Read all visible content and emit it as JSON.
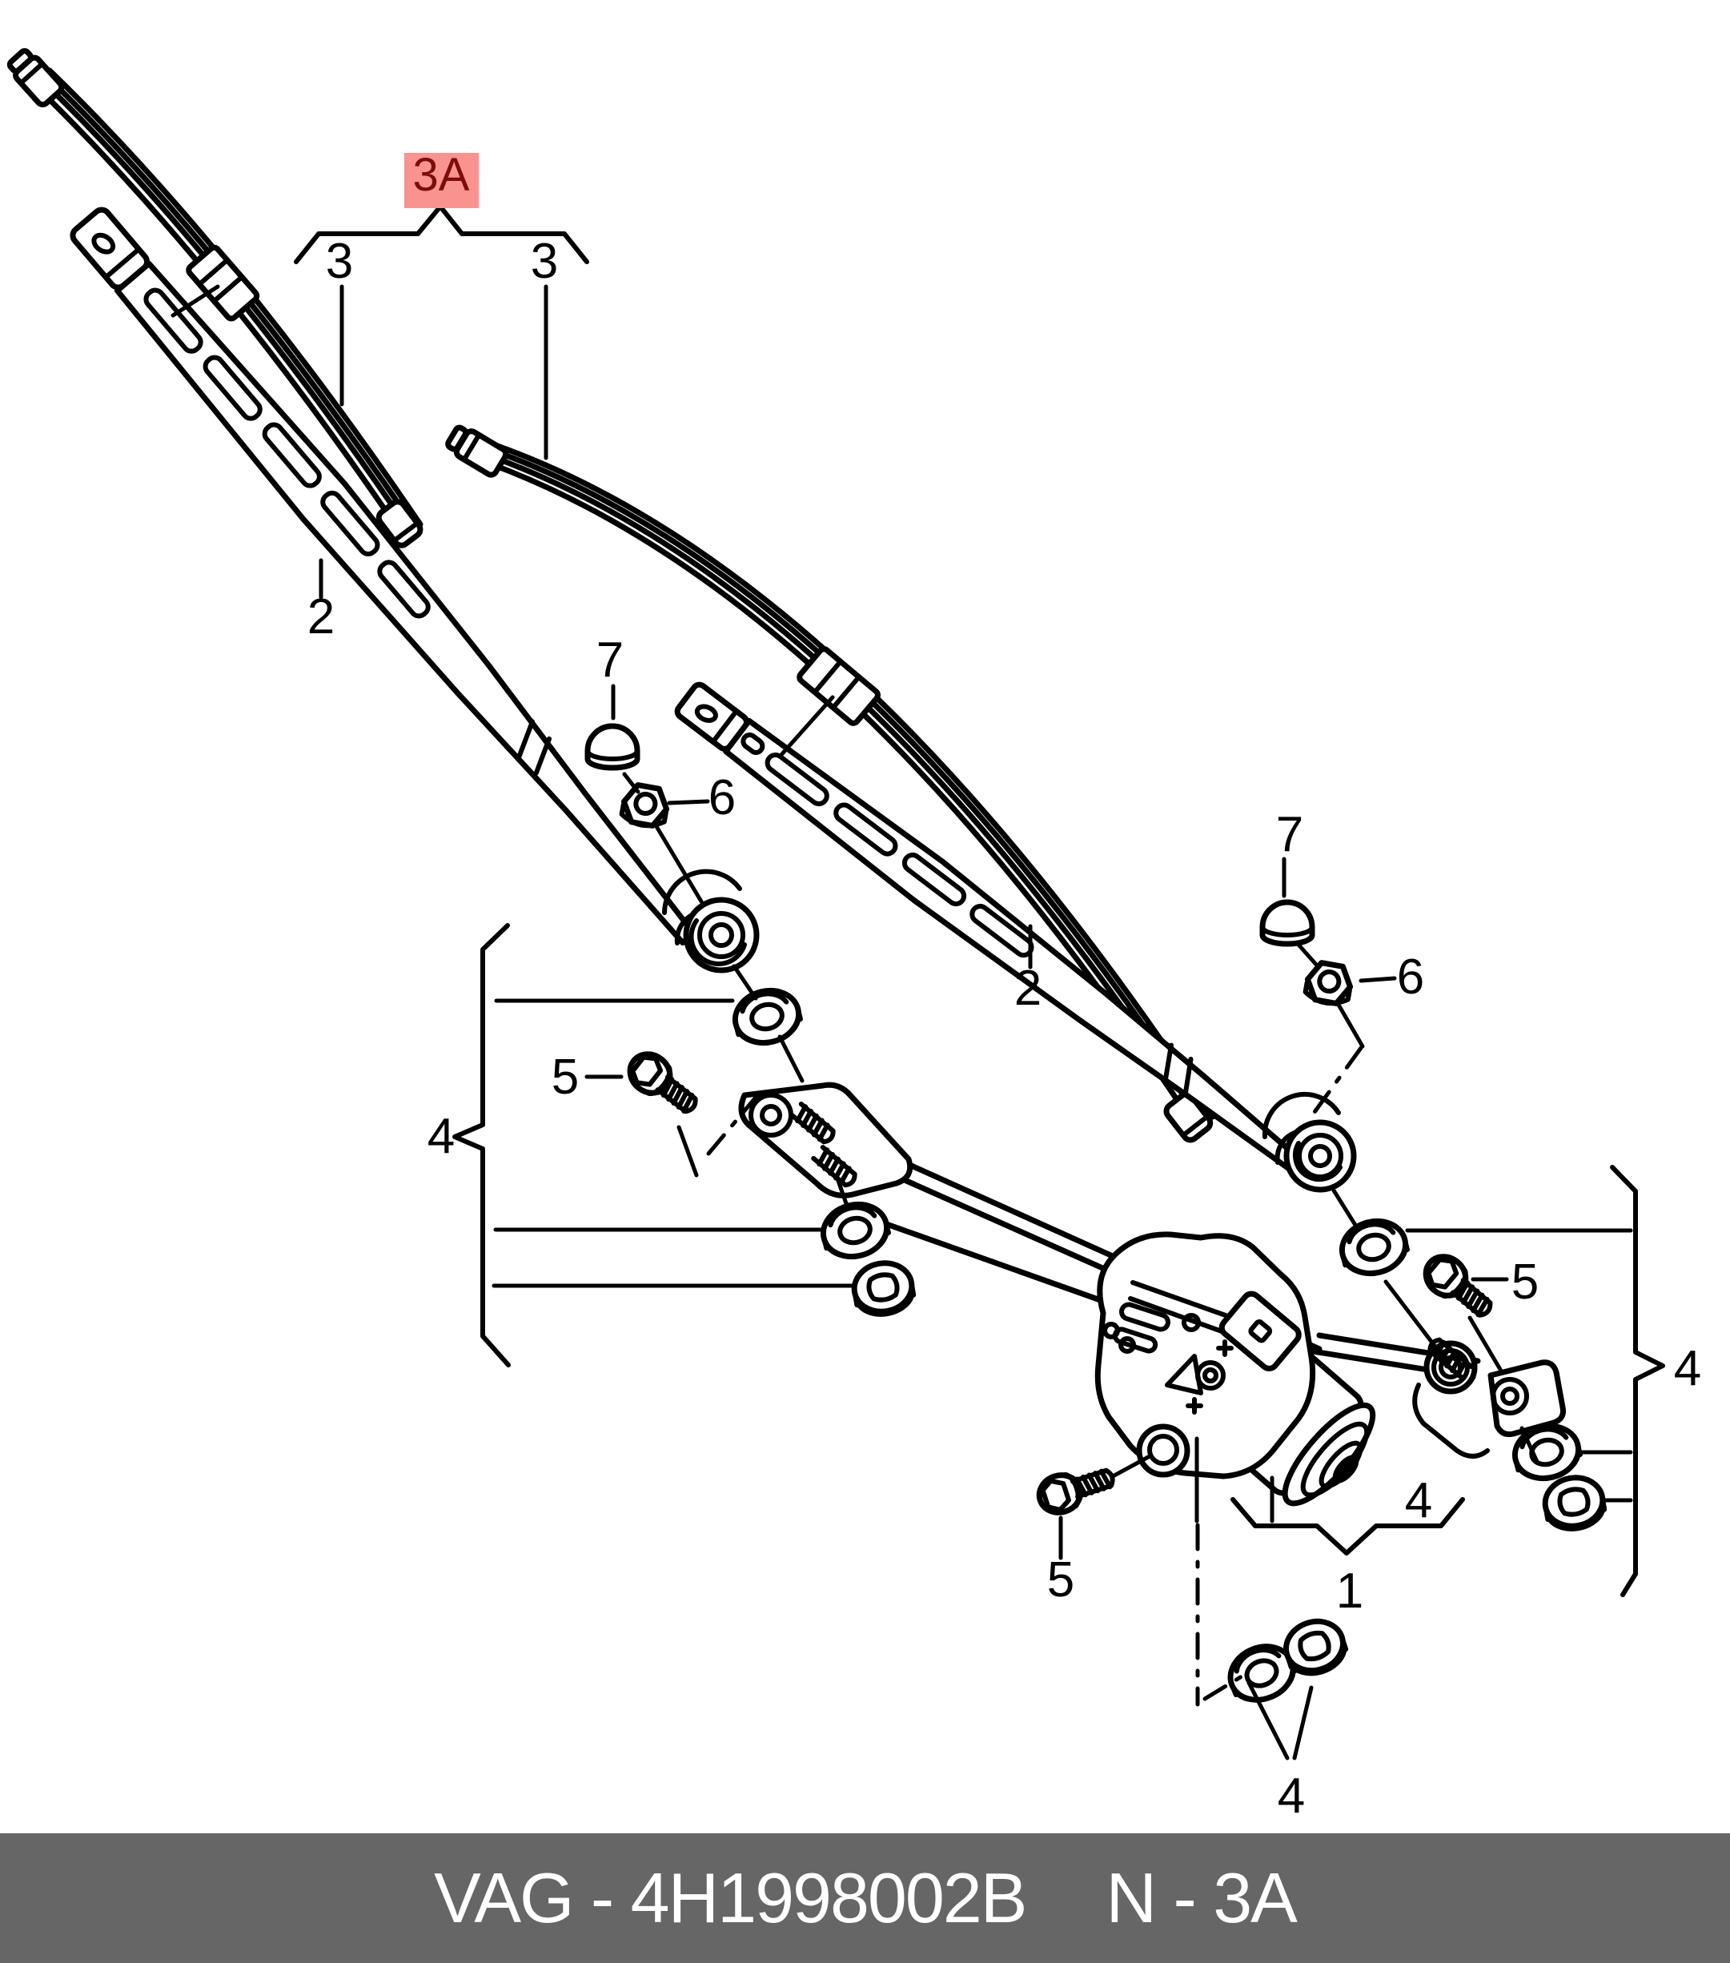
{
  "diagram": {
    "highlight": {
      "text": "3A"
    },
    "callouts": {
      "blade_left": "3",
      "blade_right": "3",
      "arm_left": "2",
      "arm_right": "2",
      "cap_left": "7",
      "cap_right": "7",
      "nut_left": "6",
      "nut_right": "6",
      "bolt_upper": "5",
      "bolt_right": "5",
      "bolt_lower": "5",
      "bushings_left": "4",
      "bushings_right": "4",
      "bushings_motor": "4",
      "bushings_bottom": "4",
      "motor": "1"
    }
  },
  "footer": {
    "catalog": "VAG - 4H1998002B",
    "section": "N - 3A"
  },
  "colors": {
    "highlight_bg": "#f9938f",
    "highlight_text": "#7c0d09",
    "footer_bg": "#666666",
    "footer_text": "#ffffff",
    "line": "#000000"
  }
}
